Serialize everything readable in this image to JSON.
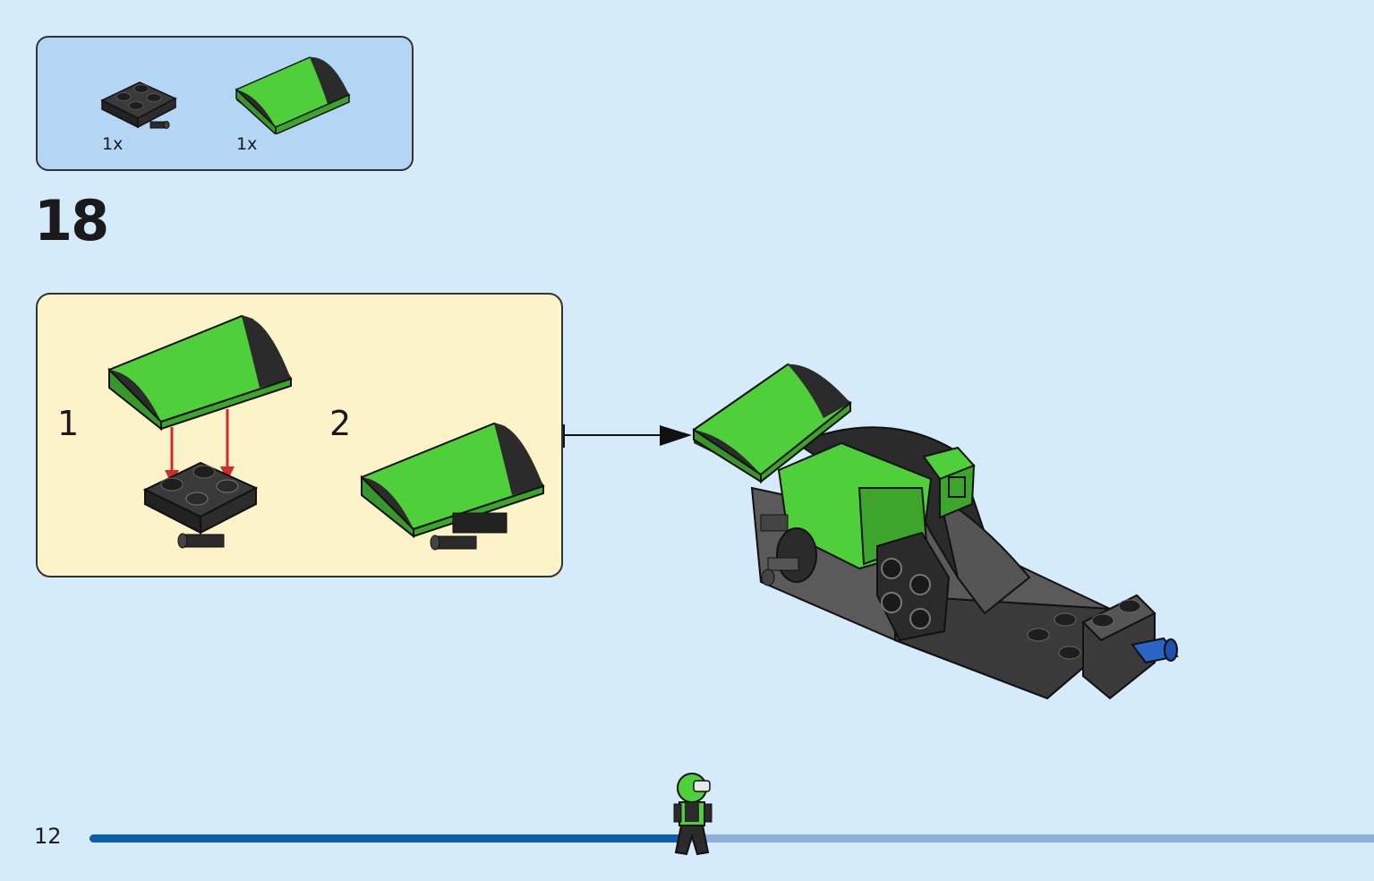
{
  "parts_list": {
    "items": [
      {
        "quantity": "1x",
        "part": "black-plate-with-pin"
      },
      {
        "quantity": "1x",
        "part": "green-curved-slope"
      }
    ]
  },
  "step": {
    "number": "18"
  },
  "sub_assembly": {
    "steps": [
      {
        "number": "1"
      },
      {
        "number": "2"
      }
    ]
  },
  "colors": {
    "page_background": "#d5ebf9",
    "parts_box": "#b2d6f4",
    "sub_box": "#fdf3c9",
    "brick_green": "#4fcf3a",
    "brick_black": "#2b2b2b",
    "arrow_red": "#d12b2b",
    "progress_done": "#0d5fac",
    "progress_remaining": "#8fb0dc"
  },
  "footer": {
    "page_number": "12",
    "progress_fraction": 0.466
  }
}
